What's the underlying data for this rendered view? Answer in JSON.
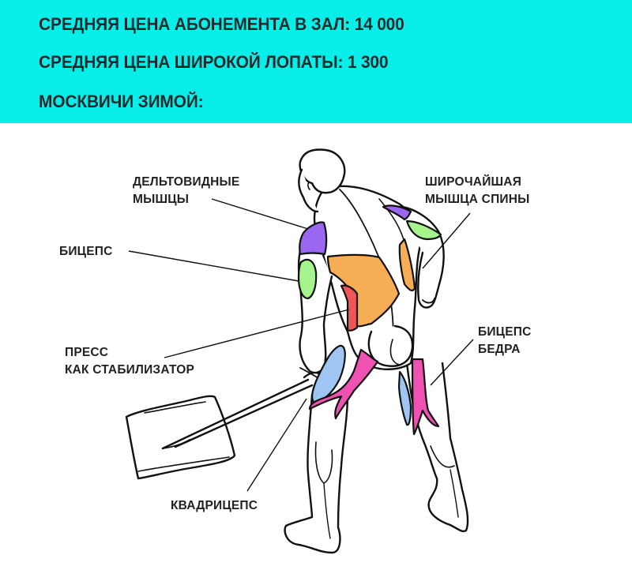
{
  "banner": {
    "background": "#0aeeea",
    "lines": [
      "СРЕДНЯЯ ЦЕНА АБОНЕМЕНТА В ЗАЛ: 14 000",
      "СРЕДНЯЯ ЦЕНА ШИРОКОЙ ЛОПАТЫ: 1 300",
      "МОСКВИЧИ ЗИМОЙ:"
    ]
  },
  "illustration": {
    "subject": "man-shoveling-snow",
    "labels": {
      "deltoids": [
        "ДЕЛЬТОВИДНЫЕ",
        "МЫШЦЫ"
      ],
      "latissimus": [
        "ШИРОЧАЙШАЯ",
        "МЫШЦА СПИНЫ"
      ],
      "biceps": [
        "БИЦЕПС"
      ],
      "abs": [
        "ПРЕСС",
        "КАК СТАБИЛИЗАТОР"
      ],
      "hamstrings": [
        "БИЦЕПС",
        "БЕДРА"
      ],
      "quadriceps": [
        "КВАДРИЦЕПС"
      ]
    },
    "muscle_colors": {
      "deltoids": "#9a68f0",
      "biceps": "#a5f58c",
      "latissimus": "#f5ae55",
      "abs": "#f05656",
      "hamstrings": "#f052b4",
      "quadriceps": "#9fc6f2"
    }
  }
}
